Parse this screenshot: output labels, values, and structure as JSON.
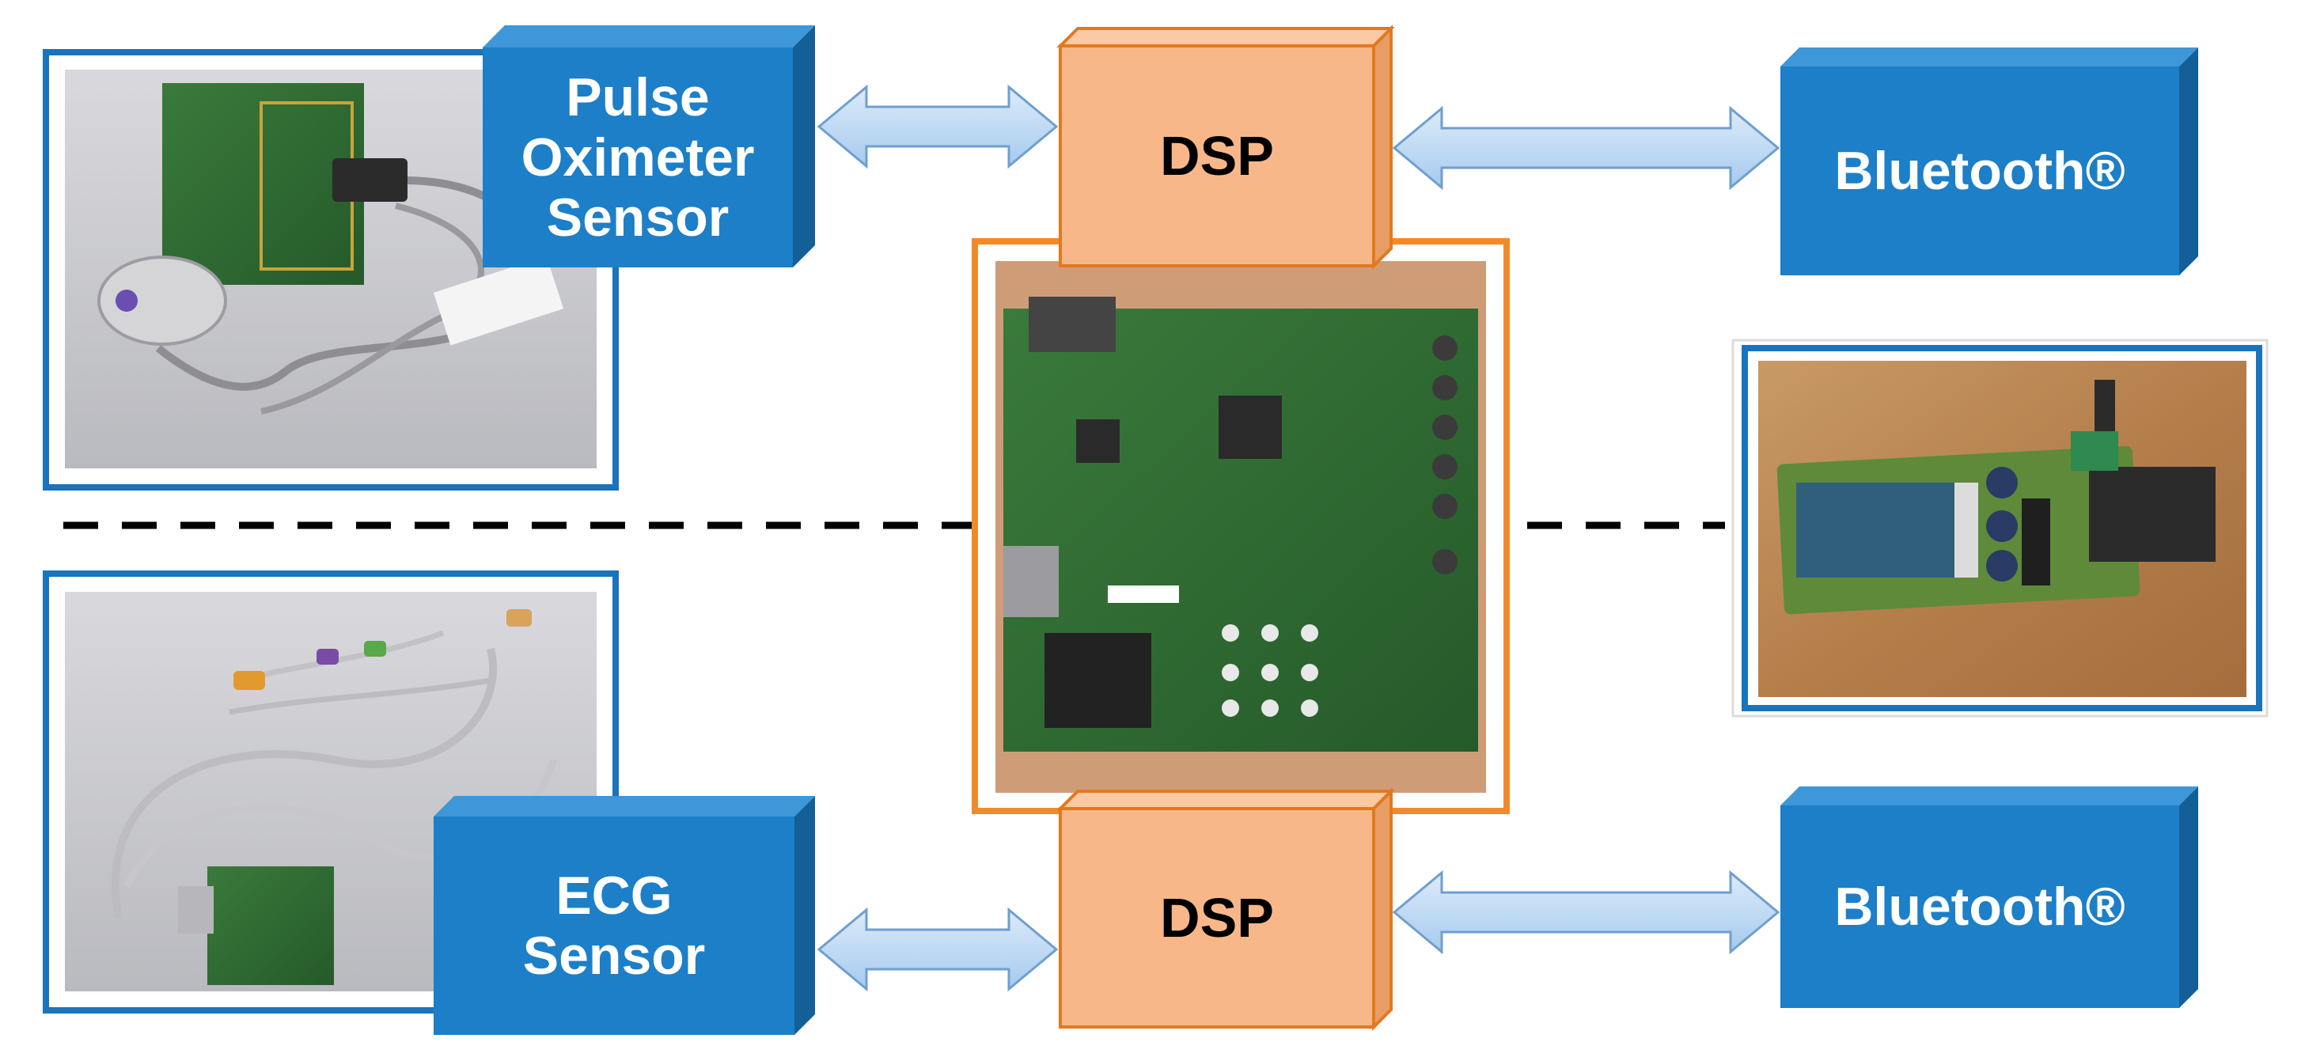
{
  "colors": {
    "sensor_block": "#1c7fc8",
    "sensor_block_side": "#135f98",
    "sensor_block_top": "#3d97d8",
    "dsp_block": "#f8b789",
    "dsp_block_side": "#e89d66",
    "dsp_border": "#e2791f",
    "photo_frame_blue": "#1a73bd",
    "photo_frame_orange": "#f28a2a",
    "arrow_fill": "#b9d7f3",
    "arrow_stroke": "#6f9fcf",
    "divider": "#000000"
  },
  "top_row": {
    "sensor_label": "Pulse\nOximeter\nSensor",
    "dsp_label": "DSP",
    "bluetooth_label": "Bluetooth®",
    "sensor_photo": "pulse-oximeter-board-photo",
    "bluetooth_photo": "bluetooth-module-photo"
  },
  "bottom_row": {
    "sensor_label": "ECG\nSensor",
    "dsp_label": "DSP",
    "bluetooth_label": "Bluetooth®",
    "sensor_photo": "ecg-cable-board-photo"
  },
  "center_photo": "dsp-development-board-photo"
}
